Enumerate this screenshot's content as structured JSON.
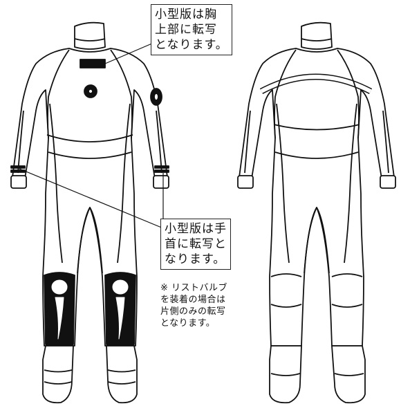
{
  "callouts": {
    "chest": "小型版は胸\n上部に転写\nとなります。",
    "wrist": "小型版は手\n首に転写と\nなります。"
  },
  "note": "※ リストバルブ\nを装着の場合は\n片側のみの転写\nとなります。",
  "colors": {
    "line": "#111111",
    "fill": "#ffffff",
    "dark": "#111111"
  }
}
